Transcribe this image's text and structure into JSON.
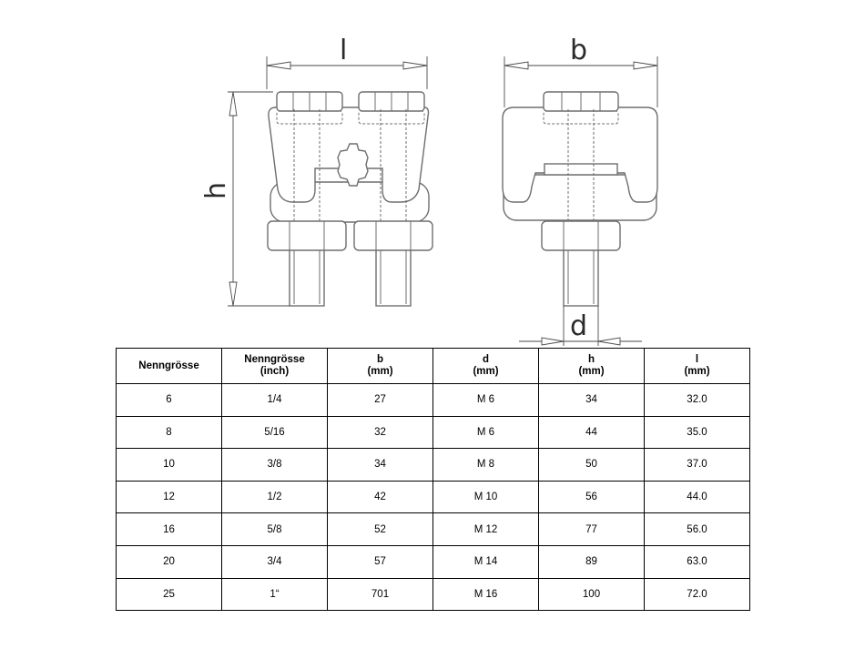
{
  "drawing": {
    "dimension_labels": {
      "l": "l",
      "b": "b",
      "h": "h",
      "d": "d"
    }
  },
  "table": {
    "headers": [
      {
        "line1": "Nenngrösse",
        "line2": ""
      },
      {
        "line1": "Nenngrösse",
        "line2": "(inch)"
      },
      {
        "line1": "b",
        "line2": "(mm)"
      },
      {
        "line1": "d",
        "line2": "(mm)"
      },
      {
        "line1": "h",
        "line2": "(mm)"
      },
      {
        "line1": "l",
        "line2": "(mm)"
      }
    ],
    "rows": [
      [
        "6",
        "1/4",
        "27",
        "M 6",
        "34",
        "32.0"
      ],
      [
        "8",
        "5/16",
        "32",
        "M 6",
        "44",
        "35.0"
      ],
      [
        "10",
        "3/8",
        "34",
        "M 8",
        "50",
        "37.0"
      ],
      [
        "12",
        "1/2",
        "42",
        "M 10",
        "56",
        "44.0"
      ],
      [
        "16",
        "5/8",
        "52",
        "M 12",
        "77",
        "56.0"
      ],
      [
        "20",
        "3/4",
        "57",
        "M 14",
        "89",
        "63.0"
      ],
      [
        "25",
        "1“",
        "701",
        "M 16",
        "100",
        "72.0"
      ]
    ]
  }
}
